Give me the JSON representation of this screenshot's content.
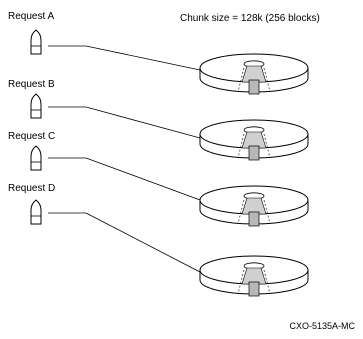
{
  "header": {
    "chunk_size_label": "Chunk size = 128k (256 blocks)"
  },
  "requests": [
    {
      "label": "Request A"
    },
    {
      "label": "Request B"
    },
    {
      "label": "Request C"
    },
    {
      "label": "Request D"
    }
  ],
  "footer": {
    "figure_id": "CXO-5135A-MC"
  },
  "colors": {
    "line": "#000000",
    "wedge": "#b8b8b8",
    "background": "#ffffff"
  }
}
